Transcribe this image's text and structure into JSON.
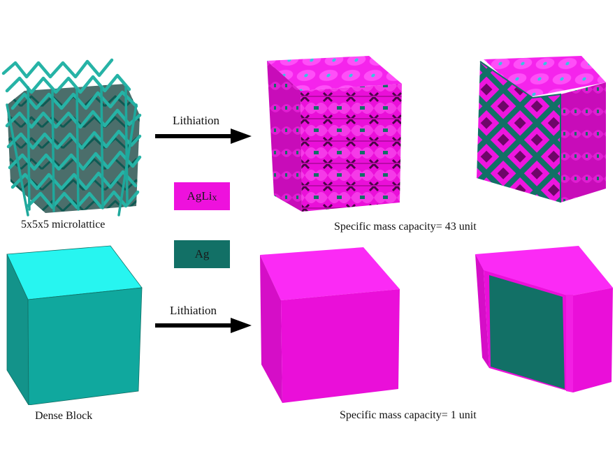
{
  "figure": {
    "rows": [
      {
        "name": "microlattice",
        "input_label": "5x5x5 microlattice",
        "arrow_label": "Lithiation",
        "output_caption": "Specific mass capacity= 43 unit"
      },
      {
        "name": "dense-block",
        "input_label": "Dense Block",
        "arrow_label": "Lithiation",
        "output_caption": "Specific mass capacity= 1 unit"
      }
    ],
    "legend": [
      {
        "label": "AgLi",
        "subscript": "x",
        "color": "#ee11dd"
      },
      {
        "label": "Ag",
        "color": "#127066"
      }
    ]
  },
  "colors": {
    "lattice_teal": "#1fa89c",
    "block_top": "#27f5f0",
    "block_front": "#10a89e",
    "block_side": "#13938a",
    "magenta_top": "#fb2af5",
    "magenta_front": "#ea0fd9",
    "magenta_side": "#d50ec7",
    "ag_core": "#127066",
    "arrow": "#000000"
  }
}
